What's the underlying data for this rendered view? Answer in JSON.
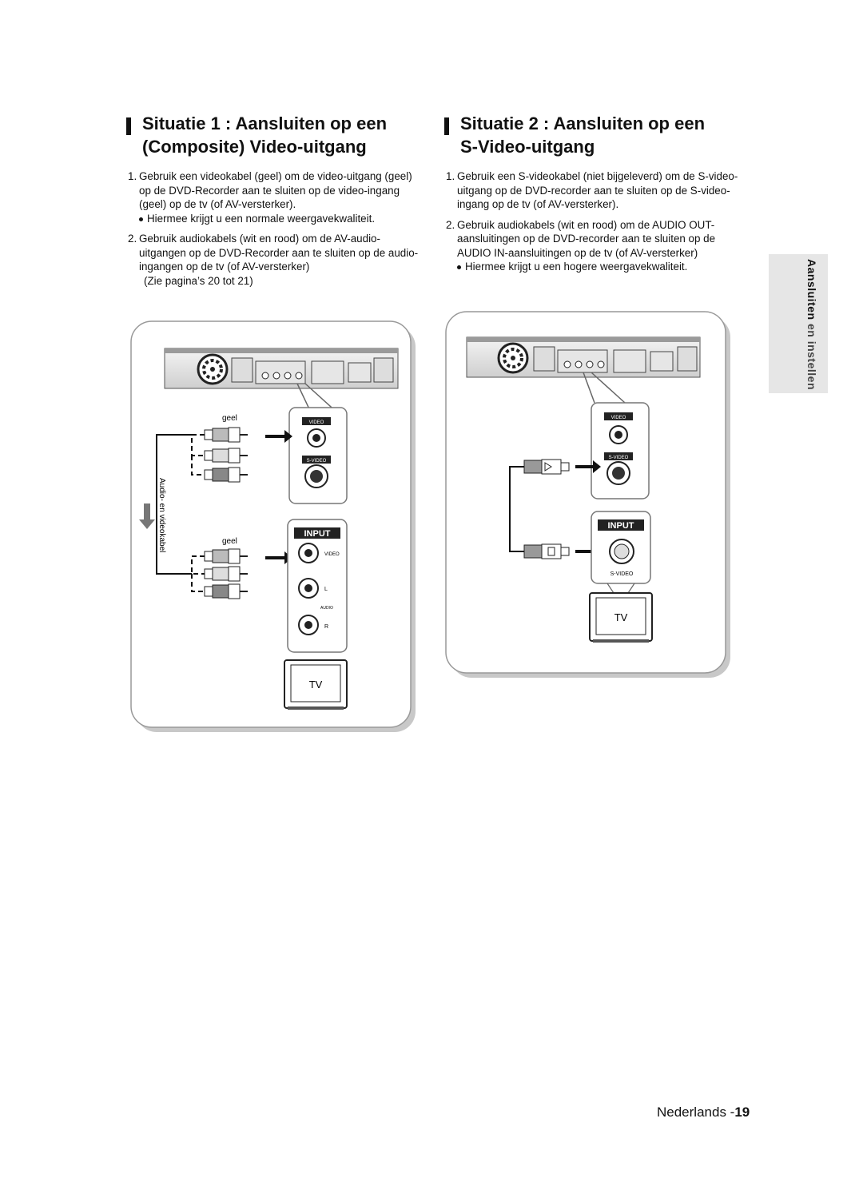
{
  "left": {
    "heading_line1": "Situatie 1 : Aansluiten op een",
    "heading_line2": "(Composite) Video-uitgang",
    "step1_num": "1.",
    "step1_text": "Gebruik een videokabel (geel) om de video-uitgang (geel) op de DVD-Recorder aan te sluiten op de video-ingang (geel) op de tv (of AV-versterker).",
    "step1_bullet": "Hiermee krijgt u een normale weergavekwaliteit.",
    "step2_num": "2.",
    "step2_text": "Gebruik audiokabels (wit en rood) om de AV-audio-uitgangen op de DVD-Recorder aan te sluiten op de audio-ingangen op de tv (of AV-versterker)",
    "step2_note": "(Zie pagina’s 20 tot 21)"
  },
  "right": {
    "heading_line1": "Situatie 2 : Aansluiten op een",
    "heading_line2": "S-Video-uitgang",
    "step1_num": "1.",
    "step1_text": "Gebruik een S-videokabel (niet bijgeleverd) om de S-video-uitgang op de DVD-recorder aan te sluiten op de S-video-ingang op de tv (of AV-versterker).",
    "step2_num": "2.",
    "step2_text": "Gebruik audiokabels (wit en rood) om de AUDIO OUT-aansluitingen op de DVD-recorder aan te sluiten op de AUDIO IN-aansluitingen op de tv (of AV-versterker)",
    "step2_bullet": "Hiermee krijgt u een hogere weergavekwaliteit."
  },
  "figure1": {
    "geel_top": "geel",
    "geel_bottom": "geel",
    "cable_label": "Audio- en videokabel",
    "video_tag": "VIDEO",
    "svideo_tag": "S-VIDEO",
    "input_label": "INPUT",
    "input_video": "VIDEO",
    "input_l": "L",
    "input_audio": "AUDIO",
    "input_r": "R",
    "tv_label": "TV"
  },
  "figure2": {
    "video_tag": "VIDEO",
    "svideo_tag": "S-VIDEO",
    "input_label": "INPUT",
    "input_svideo": "S-VIDEO",
    "tv_label": "TV"
  },
  "side_tab": {
    "word1": "Aansluiten",
    "word2": "en instellen"
  },
  "footer": {
    "language": "Nederlands -",
    "page": "19"
  }
}
